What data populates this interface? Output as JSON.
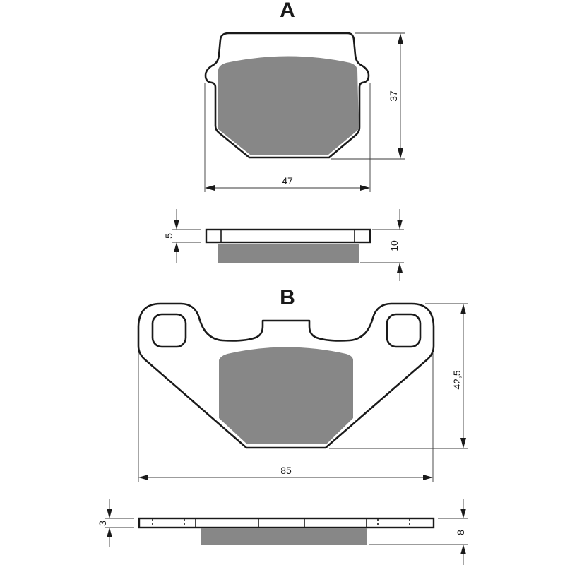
{
  "colors": {
    "outline": "#1a1a1a",
    "friction_material": "#878787",
    "background": "#ffffff",
    "dimension_line": "#3a3a3a"
  },
  "figures": {
    "a": {
      "label": "A",
      "dimensions": {
        "width": "47",
        "height": "37",
        "backplate_thickness": "5",
        "total_thickness": "10"
      }
    },
    "b": {
      "label": "B",
      "dimensions": {
        "width": "85",
        "height": "42,5",
        "backplate_thickness": "3",
        "total_thickness": "8"
      }
    }
  }
}
